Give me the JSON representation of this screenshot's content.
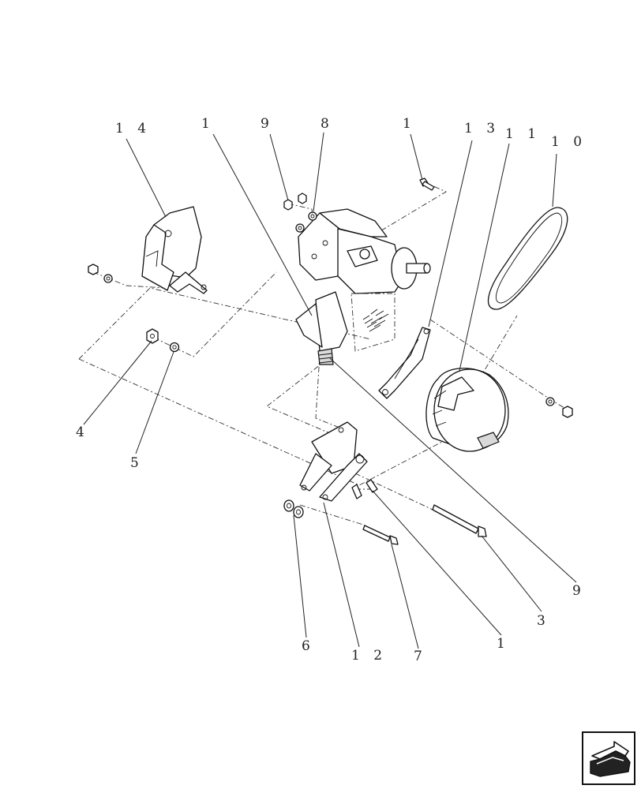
{
  "callouts": {
    "c14": "1 4",
    "c1_top_left": "1",
    "c9_top": "9",
    "c8": "8",
    "c1_top_right": "1",
    "c13": "1 3",
    "c11": "1 1",
    "c10": "1 0",
    "c4": "4",
    "c5": "5",
    "c9_right": "9",
    "c3": "3",
    "c6": "6",
    "c12": "1 2",
    "c7": "7",
    "c1_bottom": "1"
  },
  "icons": {
    "corner": "back-arrow-icon"
  }
}
